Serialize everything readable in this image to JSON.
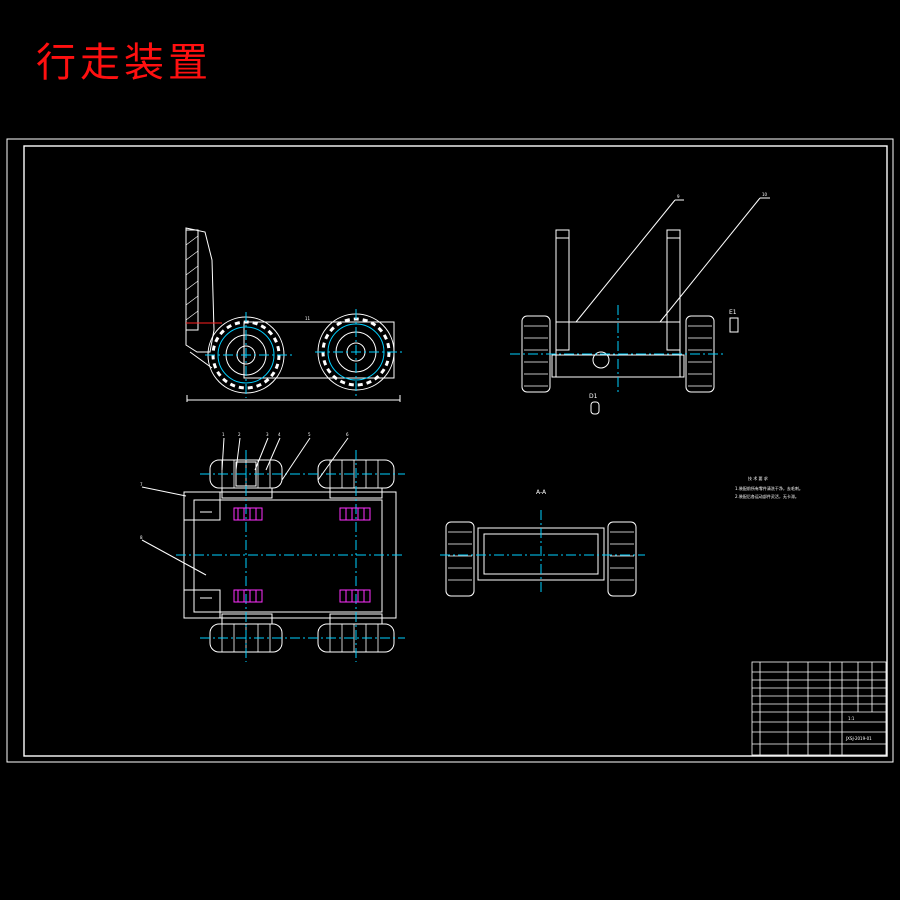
{
  "title": "行走装置",
  "views": {
    "section_label": "A-A",
    "view_label_top": "E1",
    "view_label_bottom": "D1"
  },
  "balloons": [
    "1",
    "2",
    "3",
    "4",
    "5",
    "6",
    "7",
    "8",
    "9",
    "10",
    "11"
  ],
  "technical_requirements": {
    "heading": "技 术 要 求",
    "items": [
      "1.装配前所有零件清洗干净，去毛刺。",
      "2.装配后各运动部件灵活，无卡滞。"
    ]
  },
  "title_block": {
    "drawing_number": "JXSJ-2019-01",
    "scale": "1:1"
  },
  "colors": {
    "outline": "#ffffff",
    "center_line": "#00d0ff",
    "highlight": "#ff30ff",
    "title_red": "#ff1010",
    "cut_mark": "#ff2020",
    "wheel": "#ffffff"
  }
}
